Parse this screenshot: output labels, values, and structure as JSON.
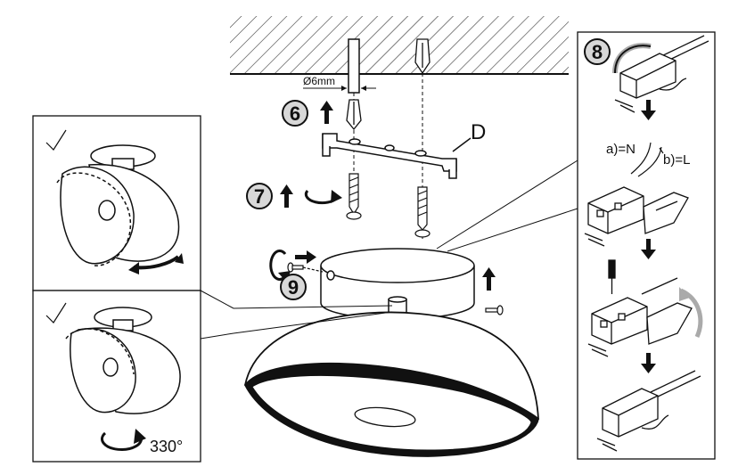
{
  "labels": {
    "drill_diameter": "Ø6mm",
    "bracket": "D",
    "wire_a": "a)=N",
    "wire_b": "b)=L",
    "rotation": "330°"
  },
  "steps": [
    "6",
    "7",
    "8",
    "9"
  ]
}
